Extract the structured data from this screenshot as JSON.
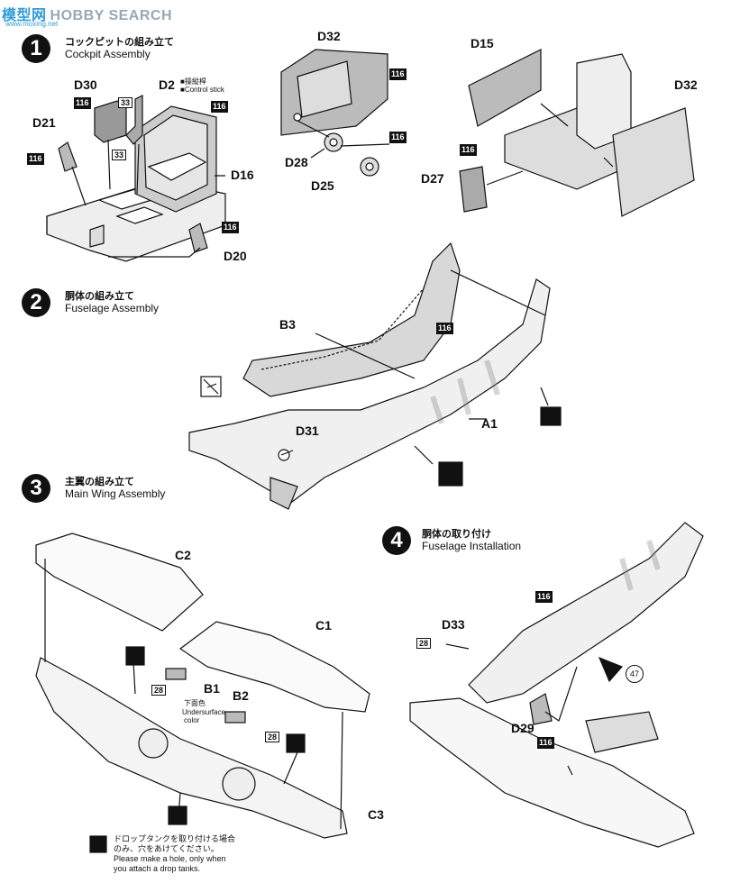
{
  "watermark": {
    "cn": "模型网",
    "text": "HOBBY SEARCH",
    "url": "www.moxing.net"
  },
  "steps": [
    {
      "num": "1",
      "jp": "コックピットの組み立て",
      "en": "Cockpit Assembly"
    },
    {
      "num": "2",
      "jp": "胴体の組み立て",
      "en": "Fuselage Assembly"
    },
    {
      "num": "3",
      "jp": "主翼の組み立て",
      "en": "Main Wing Assembly"
    },
    {
      "num": "4",
      "jp": "胴体の取り付け",
      "en": "Fuselage Installation"
    }
  ],
  "parts": {
    "d30": "D30",
    "d2": "D2",
    "d21": "D21",
    "d16": "D16",
    "d20": "D20",
    "d32a": "D32",
    "d28": "D28",
    "d25": "D25",
    "d15": "D15",
    "d32b": "D32",
    "d27": "D27",
    "b3": "B3",
    "d31": "D31",
    "a1": "A1",
    "c2": "C2",
    "c1": "C1",
    "b1": "B1",
    "b2": "B2",
    "c3": "C3",
    "d33": "D33",
    "d29": "D29"
  },
  "paints": {
    "p116": "116",
    "p33": "33",
    "p28": "28",
    "p47": "47"
  },
  "control_stick": {
    "jp": "■操縦桿",
    "en": "■Control stick"
  },
  "undersurface": {
    "jp": "下面色",
    "en1": "Undersurface",
    "en2": "color"
  },
  "drop_tank_note": {
    "jp1": "ドロップタンクを取り付ける場合",
    "jp2": "のみ、穴をあけてください。",
    "en1": "Please make a hole, only when",
    "en2": "you attach a drop tanks."
  }
}
